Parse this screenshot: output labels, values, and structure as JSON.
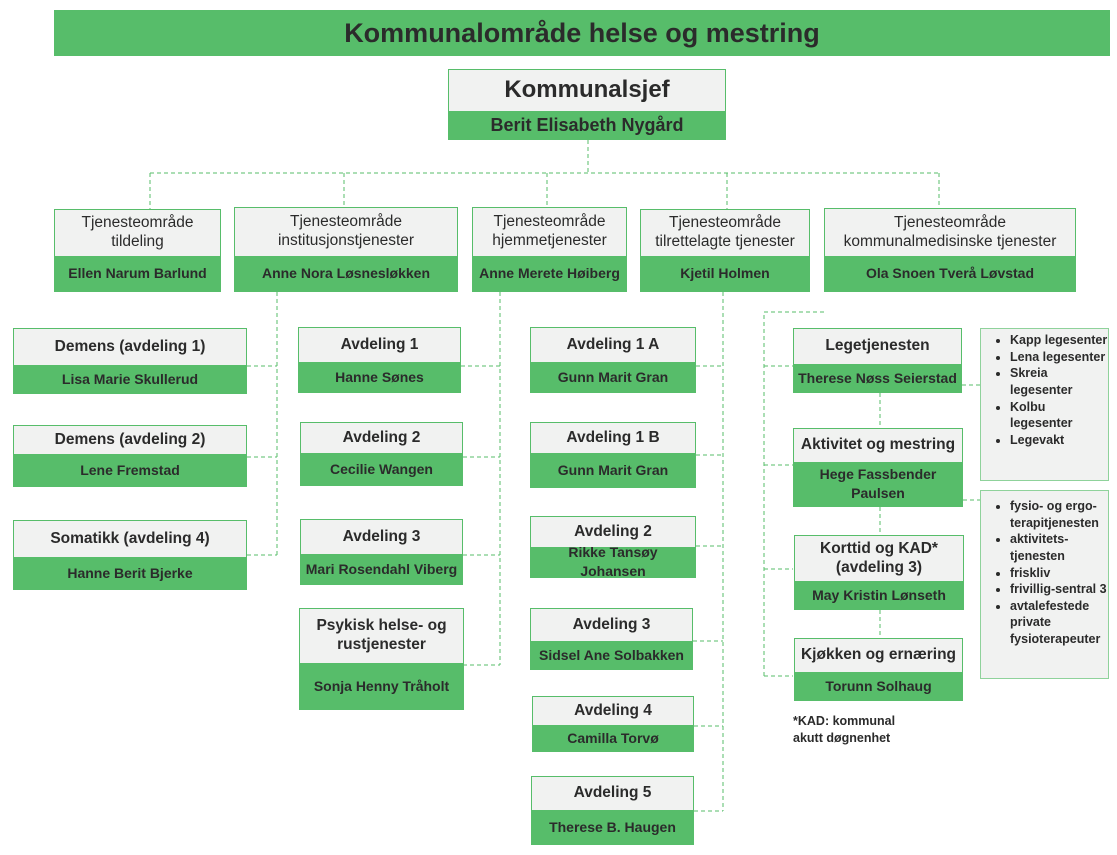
{
  "title": "Kommunalområde helse og mestring",
  "chief": {
    "title": "Kommunalsjef",
    "name": "Berit Elisabeth Nygård"
  },
  "areas": [
    {
      "title": "Tjenesteområde tildeling",
      "name": "Ellen Narum Barlund"
    },
    {
      "title": "Tjenesteområde institusjonstjenester",
      "name": "Anne Nora Løsnesløkken"
    },
    {
      "title": "Tjenesteområde hjemmetjenester",
      "name": "Anne Merete Høiberg"
    },
    {
      "title": "Tjenesteområde tilrettelagte tjenester",
      "name": "Kjetil Holmen"
    },
    {
      "title": "Tjenesteområde kommunalmedisinske tjenester",
      "name": "Ola Snoen Tverå Løvstad"
    }
  ],
  "institusjon": [
    {
      "title": "Demens (avdeling 1)",
      "name": "Lisa Marie Skullerud"
    },
    {
      "title": "Demens (avdeling 2)",
      "name": "Lene Fremstad"
    },
    {
      "title": "Somatikk (avdeling 4)",
      "name": "Hanne Berit Bjerke"
    }
  ],
  "hjemme": [
    {
      "title": "Avdeling 1",
      "name": "Hanne Sønes"
    },
    {
      "title": "Avdeling 2",
      "name": "Cecilie Wangen"
    },
    {
      "title": "Avdeling 3",
      "name": "Mari Rosendahl Viberg"
    },
    {
      "title": "Psykisk helse- og rustjenester",
      "name": "Sonja Henny Tråholt"
    }
  ],
  "tilrettelagt": [
    {
      "title": "Avdeling 1 A",
      "name": "Gunn Marit Gran"
    },
    {
      "title": "Avdeling 1 B",
      "name": "Gunn Marit Gran"
    },
    {
      "title": "Avdeling 2",
      "name": "Rikke Tansøy Johansen"
    },
    {
      "title": "Avdeling 3",
      "name": "Sidsel Ane Solbakken"
    },
    {
      "title": "Avdeling 4",
      "name": "Camilla Torvø"
    },
    {
      "title": "Avdeling 5",
      "name": "Therese B. Haugen"
    }
  ],
  "kommunalmed": [
    {
      "title": "Legetjenesten",
      "name": "Therese Nøss Seierstad"
    },
    {
      "title": "Aktivitet og mestring",
      "name": "Hege Fassbender Paulsen"
    },
    {
      "title": "Korttid og KAD* (avdeling 3)",
      "name": "May Kristin Lønseth"
    },
    {
      "title": "Kjøkken og ernæring",
      "name": "Torunn Solhaug"
    }
  ],
  "legetjenesten_list": [
    "Kapp legesenter",
    "Lena legesenter",
    "Skreia legesenter",
    "Kolbu legesenter",
    "Legevakt"
  ],
  "aktivitet_list": [
    "fysio- og ergo-terapitjenesten",
    "aktivitets-tjenesten",
    "friskliv",
    "frivillig-sentral 3",
    "avtalefestede private fysioterapeuter"
  ],
  "footnote": "*KAD: kommunal akutt døgnenhet",
  "colors": {
    "green": "#57bd6a",
    "box_bg": "#f1f2f1",
    "line": "#57bd6a"
  }
}
